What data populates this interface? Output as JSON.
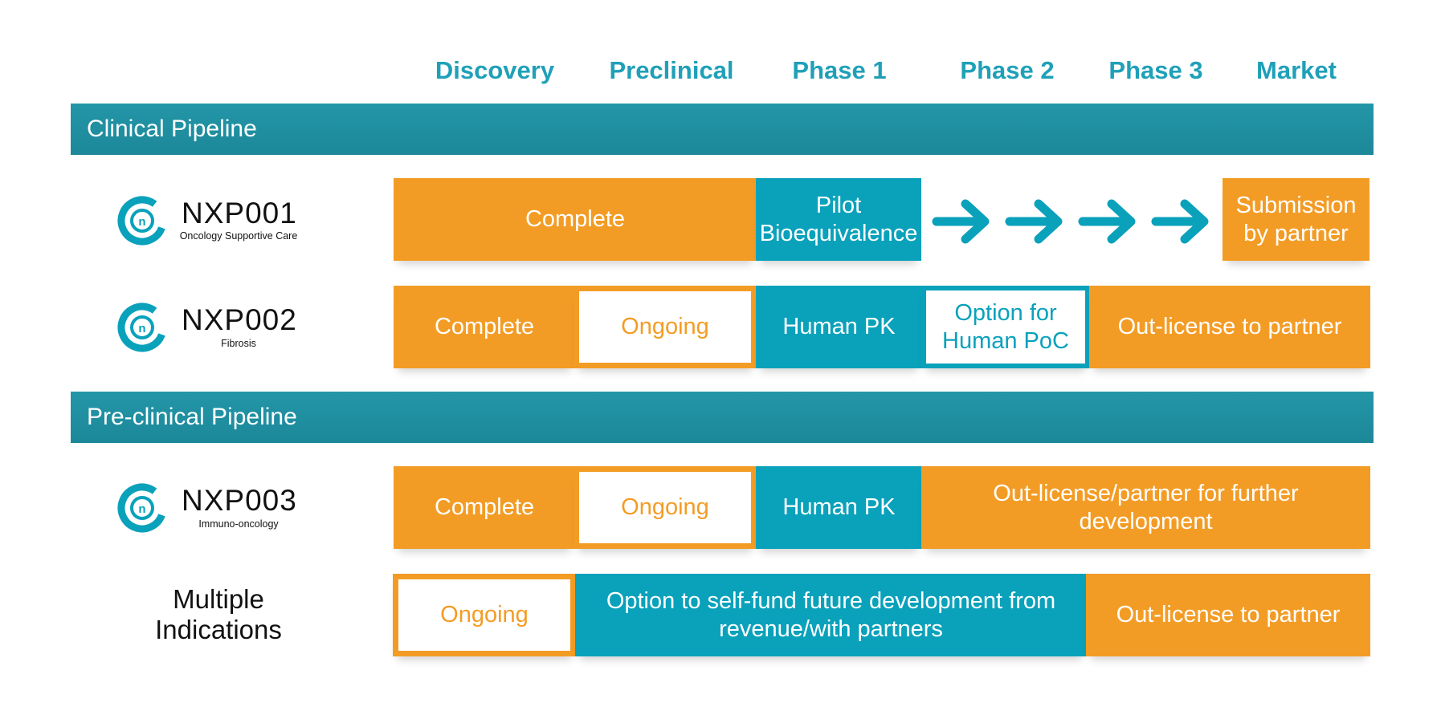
{
  "phases": [
    "Discovery",
    "Preclinical",
    "Phase 1",
    "Phase 2",
    "Phase 3",
    "Market"
  ],
  "sections": {
    "clinical": "Clinical Pipeline",
    "preclinical": "Pre-clinical Pipeline"
  },
  "colors": {
    "orange": "#f39c25",
    "teal": "#0aa1bb",
    "bar": "#1f8fa0"
  },
  "rows": {
    "nxp001": {
      "name": "NXP001",
      "subtitle": "Oncology Supportive Care",
      "complete": "Complete",
      "pilot": "Pilot Bioequivalence",
      "submission": "Submission by partner"
    },
    "nxp002": {
      "name": "NXP002",
      "subtitle": "Fibrosis",
      "complete": "Complete",
      "ongoing": "Ongoing",
      "human_pk": "Human PK",
      "option": "Option for Human PoC",
      "outlicense": "Out-license to partner"
    },
    "nxp003": {
      "name": "NXP003",
      "subtitle": "Immuno-oncology",
      "complete": "Complete",
      "ongoing": "Ongoing",
      "human_pk": "Human PK",
      "outlicense": "Out-license/partner for further development"
    },
    "multiple": {
      "name": "Multiple Indications",
      "ongoing": "Ongoing",
      "option": "Option to self-fund future development from revenue/with partners",
      "outlicense": "Out-license to partner"
    }
  }
}
